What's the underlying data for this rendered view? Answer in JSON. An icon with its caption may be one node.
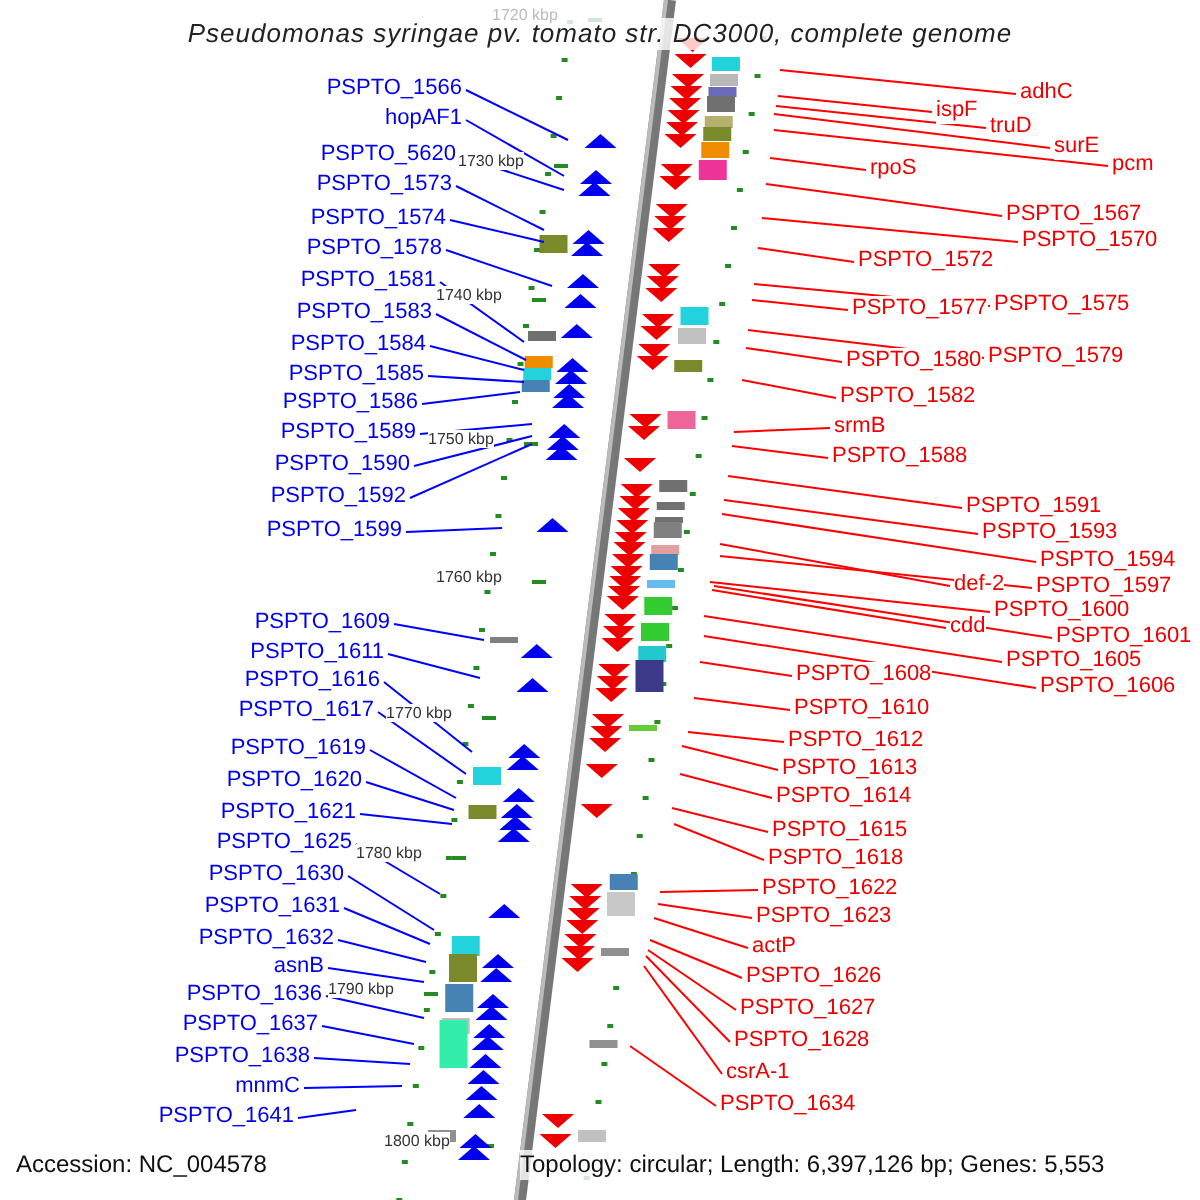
{
  "diagram": {
    "title": "Pseudomonas syringae pv. tomato str. DC3000, complete genome",
    "nodes": [
      {
        "text": [
          "PSPTO_1566"
        ]
      },
      {
        "text": [
          "hopAF1"
        ]
      },
      {
        "text": [
          "PSPTO_5620"
        ]
      },
      {
        "text": [
          "PSPTO_1573"
        ]
      },
      {
        "text": [
          "PSPTO_1574"
        ]
      },
      {
        "text": [
          "PSPTO_1578"
        ]
      },
      {
        "text": [
          "PSPTO_1581"
        ]
      },
      {
        "text": [
          "PSPTO_1583"
        ]
      },
      {
        "text": [
          "PSPTO_1584"
        ]
      },
      {
        "text": [
          "PSPTO_1585"
        ]
      },
      {
        "text": [
          "PSPTO_1586"
        ]
      },
      {
        "text": [
          "PSPTO_1589"
        ]
      },
      {
        "text": [
          "PSPTO_1590"
        ]
      },
      {
        "text": [
          "PSPTO_1592"
        ]
      },
      {
        "text": [
          "PSPTO_1599"
        ]
      },
      {
        "text": [
          "PSPTO_1609"
        ]
      },
      {
        "text": [
          "PSPTO_1611"
        ]
      },
      {
        "text": [
          "PSPTO_1616"
        ]
      },
      {
        "text": [
          "PSPTO_1617"
        ]
      },
      {
        "text": [
          "PSPTO_1619"
        ]
      },
      {
        "text": [
          "PSPTO_1620"
        ]
      },
      {
        "text": [
          "PSPTO_1621"
        ]
      },
      {
        "text": [
          "PSPTO_1625"
        ]
      },
      {
        "text": [
          "PSPTO_1630"
        ]
      },
      {
        "text": [
          "PSPTO_1631"
        ]
      },
      {
        "text": [
          "PSPTO_1632"
        ]
      },
      {
        "text": [
          "asnB"
        ]
      },
      {
        "text": [
          "PSPTO_1636"
        ]
      },
      {
        "text": [
          "PSPTO_1637"
        ]
      },
      {
        "text": [
          "PSPTO_1638"
        ]
      },
      {
        "text": [
          "mnmC"
        ]
      },
      {
        "text": [
          "PSPTO_1641"
        ]
      },
      {
        "text": [
          "adhC"
        ]
      },
      {
        "text": [
          "ispF"
        ]
      },
      {
        "text": [
          "truD"
        ]
      },
      {
        "text": [
          "surE"
        ]
      },
      {
        "text": [
          "pcm"
        ]
      },
      {
        "text": [
          "rpoS"
        ]
      },
      {
        "text": [
          "PSPTO_1567"
        ]
      },
      {
        "text": [
          "PSPTO_1570"
        ]
      },
      {
        "text": [
          "PSPTO_1572"
        ]
      },
      {
        "text": [
          "PSPTO_1575"
        ]
      },
      {
        "text": [
          "PSPTO_1577"
        ]
      },
      {
        "text": [
          "PSPTO_1579"
        ]
      },
      {
        "text": [
          "PSPTO_1580"
        ]
      },
      {
        "text": [
          "PSPTO_1582"
        ]
      },
      {
        "text": [
          "srmB"
        ]
      },
      {
        "text": [
          "PSPTO_1588"
        ]
      },
      {
        "text": [
          "PSPTO_1591"
        ]
      },
      {
        "text": [
          "PSPTO_1593"
        ]
      },
      {
        "text": [
          "PSPTO_1594"
        ]
      },
      {
        "text": [
          "def-2"
        ]
      },
      {
        "text": [
          "PSPTO_1597"
        ]
      },
      {
        "text": [
          "PSPTO_1600"
        ]
      },
      {
        "text": [
          "cdd"
        ]
      },
      {
        "text": [
          "PSPTO_1601"
        ]
      },
      {
        "text": [
          "PSPTO_1605"
        ]
      },
      {
        "text": [
          "PSPTO_1606"
        ]
      },
      {
        "text": [
          "PSPTO_1608"
        ]
      },
      {
        "text": [
          "PSPTO_1610"
        ]
      },
      {
        "text": [
          "PSPTO_1612"
        ]
      },
      {
        "text": [
          "PSPTO_1613"
        ]
      },
      {
        "text": [
          "PSPTO_1614"
        ]
      },
      {
        "text": [
          "PSPTO_1615"
        ]
      },
      {
        "text": [
          "PSPTO_1618"
        ]
      },
      {
        "text": [
          "PSPTO_1622"
        ]
      },
      {
        "text": [
          "PSPTO_1623"
        ]
      },
      {
        "text": [
          "actP"
        ]
      },
      {
        "text": [
          "PSPTO_1626"
        ]
      },
      {
        "text": [
          "PSPTO_1627"
        ]
      },
      {
        "text": [
          "PSPTO_1628"
        ]
      },
      {
        "text": [
          "csrA-1"
        ]
      },
      {
        "text": [
          "PSPTO_1634"
        ]
      }
    ],
    "edges": [
      {
        "from": 0,
        "to": null,
        "arrow": "none",
        "color": "#0000ff"
      },
      {
        "from": 1,
        "to": null,
        "arrow": "none",
        "color": "#0000ff"
      },
      {
        "from": 2,
        "to": null,
        "arrow": "none",
        "color": "#0000ff"
      },
      {
        "from": 3,
        "to": null,
        "arrow": "none",
        "color": "#0000ff"
      },
      {
        "from": 4,
        "to": null,
        "arrow": "none",
        "color": "#0000ff"
      },
      {
        "from": 5,
        "to": null,
        "arrow": "none",
        "color": "#0000ff"
      },
      {
        "from": 6,
        "to": null,
        "arrow": "none",
        "color": "#0000ff"
      },
      {
        "from": 7,
        "to": null,
        "arrow": "none",
        "color": "#0000ff"
      },
      {
        "from": 8,
        "to": null,
        "arrow": "none",
        "color": "#0000ff"
      },
      {
        "from": 9,
        "to": null,
        "arrow": "none",
        "color": "#0000ff"
      },
      {
        "from": 10,
        "to": null,
        "arrow": "none",
        "color": "#0000ff"
      },
      {
        "from": 11,
        "to": null,
        "arrow": "none",
        "color": "#0000ff"
      },
      {
        "from": 12,
        "to": null,
        "arrow": "none",
        "color": "#0000ff"
      },
      {
        "from": 13,
        "to": null,
        "arrow": "none",
        "color": "#0000ff"
      },
      {
        "from": 14,
        "to": null,
        "arrow": "none",
        "color": "#0000ff"
      },
      {
        "from": 15,
        "to": null,
        "arrow": "none",
        "color": "#0000ff"
      },
      {
        "from": 16,
        "to": null,
        "arrow": "none",
        "color": "#0000ff"
      },
      {
        "from": 17,
        "to": null,
        "arrow": "none",
        "color": "#0000ff"
      },
      {
        "from": 18,
        "to": null,
        "arrow": "none",
        "color": "#0000ff"
      },
      {
        "from": 19,
        "to": null,
        "arrow": "none",
        "color": "#0000ff"
      },
      {
        "from": 20,
        "to": null,
        "arrow": "none",
        "color": "#0000ff"
      },
      {
        "from": 21,
        "to": null,
        "arrow": "none",
        "color": "#0000ff"
      },
      {
        "from": 22,
        "to": null,
        "arrow": "none",
        "color": "#0000ff"
      },
      {
        "from": 23,
        "to": null,
        "arrow": "none",
        "color": "#0000ff"
      },
      {
        "from": 24,
        "to": null,
        "arrow": "none",
        "color": "#0000ff"
      },
      {
        "from": 25,
        "to": null,
        "arrow": "none",
        "color": "#0000ff"
      },
      {
        "from": 26,
        "to": null,
        "arrow": "none",
        "color": "#0000ff"
      },
      {
        "from": 27,
        "to": null,
        "arrow": "none",
        "color": "#0000ff"
      },
      {
        "from": 28,
        "to": null,
        "arrow": "none",
        "color": "#0000ff"
      },
      {
        "from": 29,
        "to": null,
        "arrow": "none",
        "color": "#0000ff"
      },
      {
        "from": 30,
        "to": null,
        "arrow": "none",
        "color": "#0000ff"
      },
      {
        "from": 31,
        "to": null,
        "arrow": "none",
        "color": "#0000ff"
      },
      {
        "from": 32,
        "to": null,
        "arrow": "none"
      },
      {
        "from": 33,
        "to": null,
        "arrow": "none"
      },
      {
        "from": 34,
        "to": null,
        "arrow": "none"
      },
      {
        "from": 35,
        "to": null,
        "arrow": "none"
      },
      {
        "from": 36,
        "to": null,
        "arrow": "none"
      },
      {
        "from": 37,
        "to": null,
        "arrow": "none"
      },
      {
        "from": 38,
        "to": null,
        "arrow": "none"
      },
      {
        "from": 39,
        "to": null,
        "arrow": "none"
      },
      {
        "from": 40,
        "to": null,
        "arrow": "none"
      },
      {
        "from": 41,
        "to": null,
        "arrow": "none"
      },
      {
        "from": 42,
        "to": null,
        "arrow": "none"
      },
      {
        "from": 43,
        "to": null,
        "arrow": "none"
      },
      {
        "from": 44,
        "to": null,
        "arrow": "none"
      },
      {
        "from": 45,
        "to": null,
        "arrow": "none"
      },
      {
        "from": 46,
        "to": null,
        "arrow": "none"
      },
      {
        "from": 47,
        "to": null,
        "arrow": "none"
      },
      {
        "from": 48,
        "to": null,
        "arrow": "none"
      },
      {
        "from": 49,
        "to": null,
        "arrow": "none"
      },
      {
        "from": 50,
        "to": null,
        "arrow": "none"
      },
      {
        "from": 51,
        "to": null,
        "arrow": "none"
      },
      {
        "from": 52,
        "to": null,
        "arrow": "none"
      },
      {
        "from": 53,
        "to": null,
        "arrow": "none"
      },
      {
        "from": 54,
        "to": null,
        "arrow": "none"
      },
      {
        "from": 55,
        "to": null,
        "arrow": "none"
      },
      {
        "from": 56,
        "to": null,
        "arrow": "none"
      },
      {
        "from": 57,
        "to": null,
        "arrow": "none"
      },
      {
        "from": 58,
        "to": null,
        "arrow": "none"
      },
      {
        "from": 59,
        "to": null,
        "arrow": "none"
      },
      {
        "from": 60,
        "to": null,
        "arrow": "none"
      },
      {
        "from": 61,
        "to": null,
        "arrow": "none"
      },
      {
        "from": 62,
        "to": null,
        "arrow": "none"
      },
      {
        "from": 63,
        "to": null,
        "arrow": "none"
      },
      {
        "from": 64,
        "to": null,
        "arrow": "none"
      },
      {
        "from": 65,
        "to": null,
        "arrow": "none"
      },
      {
        "from": 66,
        "to": null,
        "arrow": "none"
      },
      {
        "from": 67,
        "to": null,
        "arrow": "none"
      },
      {
        "from": 68,
        "to": null,
        "arrow": "none"
      },
      {
        "from": 69,
        "to": null,
        "arrow": "none"
      },
      {
        "from": 70,
        "to": null,
        "arrow": "none"
      },
      {
        "from": 71,
        "to": null,
        "arrow": "none"
      },
      {
        "from": 72,
        "to": null,
        "arrow": "none"
      }
    ],
    "labels": [
      "1720 kbp",
      "1730 kbp",
      "1740 kbp",
      "1750 kbp",
      "1760 kbp",
      "1770 kbp",
      "1780 kbp",
      "1790 kbp",
      "1800 kbp",
      "Accession: NC_004578",
      "Topology: circular; Length: 6,397,126 bp; Genes: 5,553"
    ]
  }
}
